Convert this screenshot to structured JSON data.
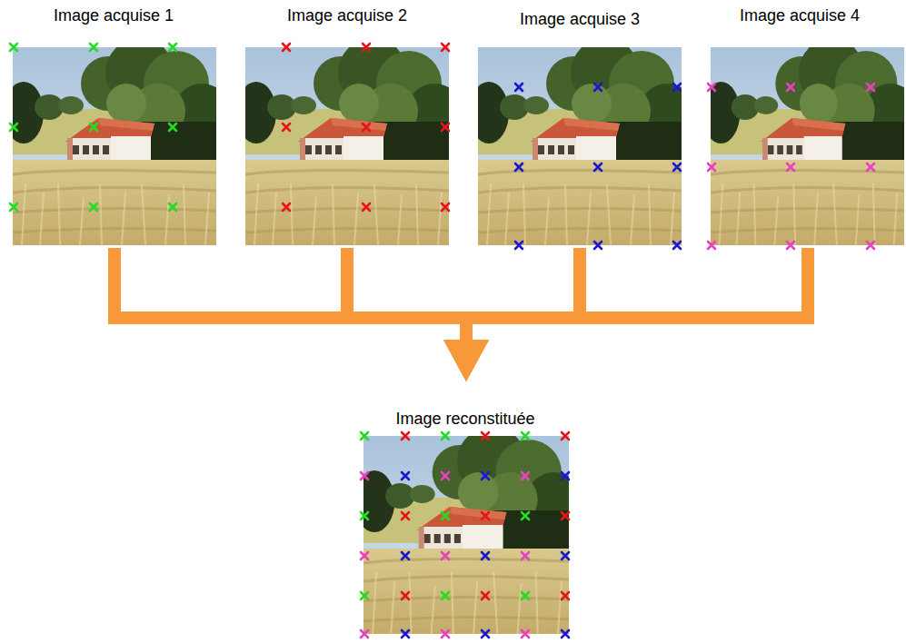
{
  "diagram": {
    "nodes": [
      {
        "text": [
          "Image acquise 1"
        ]
      },
      {
        "text": [
          "Image acquise 2"
        ]
      },
      {
        "text": [
          "Image acquise 3"
        ]
      },
      {
        "text": [
          "Image acquise 4"
        ]
      },
      {
        "text": [
          "Image reconstituée"
        ]
      }
    ],
    "edges": [
      {
        "from": 0,
        "to": 4,
        "arrow": "to"
      },
      {
        "from": 1,
        "to": 4,
        "arrow": "to"
      },
      {
        "from": 2,
        "to": 4,
        "arrow": "to"
      },
      {
        "from": 3,
        "to": 4,
        "arrow": "to"
      }
    ]
  }
}
